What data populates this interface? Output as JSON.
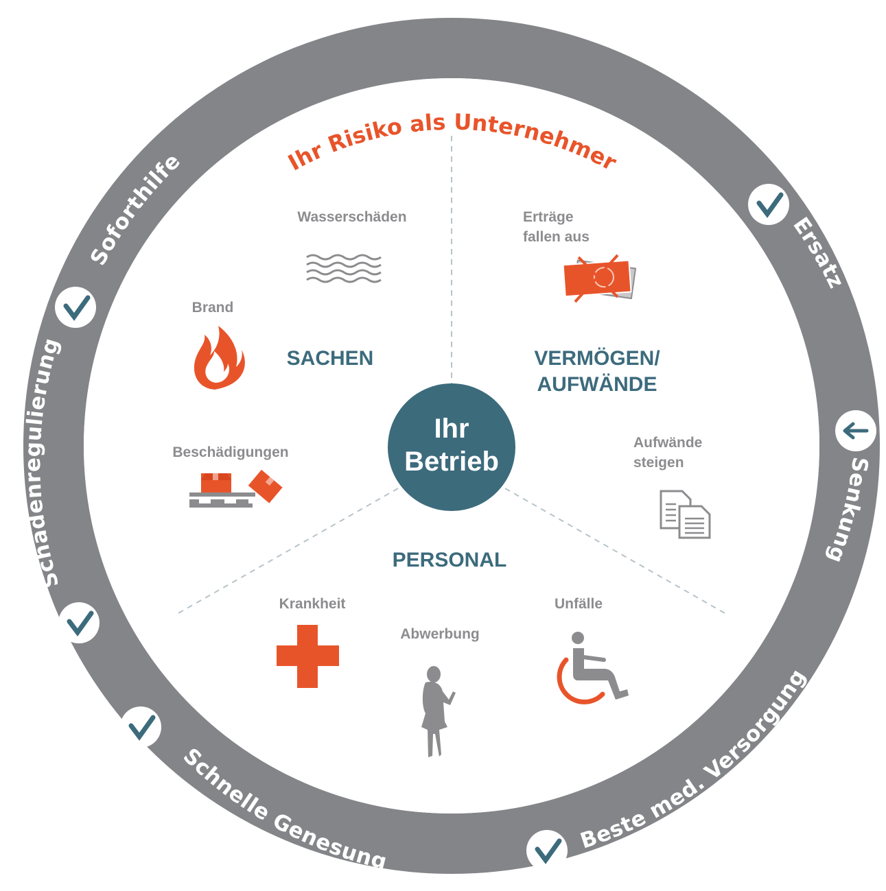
{
  "title": "DAS LEISTET DIE WÜRTTEMBERGISCHE",
  "subtitle": "Ihr Risiko als Unternehmer",
  "center": {
    "line1": "Ihr",
    "line2": "Betrieb"
  },
  "sections": {
    "sachen": "SACHEN",
    "vermoegen_line1": "VERMÖGEN/",
    "vermoegen_line2": "AUFWÄNDE",
    "personal": "PERSONAL"
  },
  "items": {
    "wasser": "Wasserschäden",
    "brand": "Brand",
    "beschaedigungen": "Beschädigungen",
    "ertraege_line1": "Erträge",
    "ertraege_line2": "fallen aus",
    "aufwaende_line1": "Aufwände",
    "aufwaende_line2": "steigen",
    "krankheit": "Krankheit",
    "abwerbung": "Abwerbung",
    "unfaelle": "Unfälle"
  },
  "ring_labels": {
    "soforthilfe": "Soforthilfe",
    "schadenregulierung": "Schadenregulierung",
    "schnelle_genesung": "Schnelle Genesung",
    "beste_versorgung": "Beste med. Versorgung",
    "senkung": "Senkung",
    "ersatz": "Ersatz"
  },
  "icons": {
    "check": "check-icon",
    "arrow": "arrow-left-icon",
    "water": "water-waves-icon",
    "fire": "fire-icon",
    "boxes": "damaged-boxes-icon",
    "money": "money-crossed-icon",
    "documents": "documents-icon",
    "cross": "medical-cross-icon",
    "woman": "woman-phone-icon",
    "wheelchair": "wheelchair-icon"
  },
  "colors": {
    "ring": "#848589",
    "accent": "#e8542a",
    "teal": "#3c6b7c",
    "label_gray": "#8c8c8f",
    "check_blue": "#3c6b7c"
  }
}
